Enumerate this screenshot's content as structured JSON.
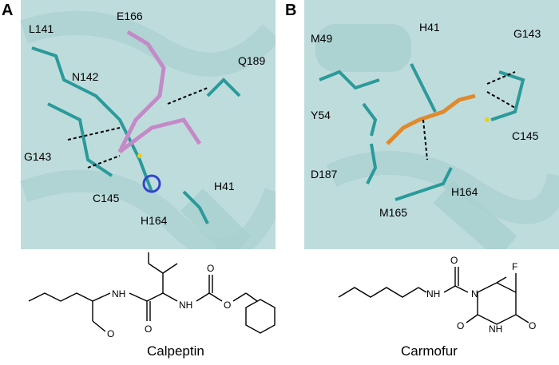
{
  "panels": {
    "a": {
      "letter": "A",
      "residues": [
        "L141",
        "E166",
        "Q189",
        "N142",
        "G143",
        "C145",
        "H41",
        "H164"
      ],
      "ligand_color": "#c48ac8"
    },
    "b": {
      "letter": "B",
      "residues": [
        "M49",
        "H41",
        "G143",
        "Y54",
        "C145",
        "D187",
        "H164",
        "M165"
      ],
      "ligand_color": "#e08a2e"
    }
  },
  "structures": {
    "a": {
      "caption": "Calpeptin",
      "atoms": [
        "NH",
        "NH",
        "O",
        "O",
        "O",
        "O"
      ]
    },
    "b": {
      "caption": "Carmofur",
      "atoms": [
        "O",
        "F",
        "NH",
        "N",
        "O",
        "NH",
        "O"
      ]
    }
  },
  "colors": {
    "ribbon": "#bfdcdc",
    "carbon": "#2a9a9a",
    "nitrogen": "#3344cc",
    "oxygen": "#dd2222",
    "sulfur": "#e8d020"
  }
}
